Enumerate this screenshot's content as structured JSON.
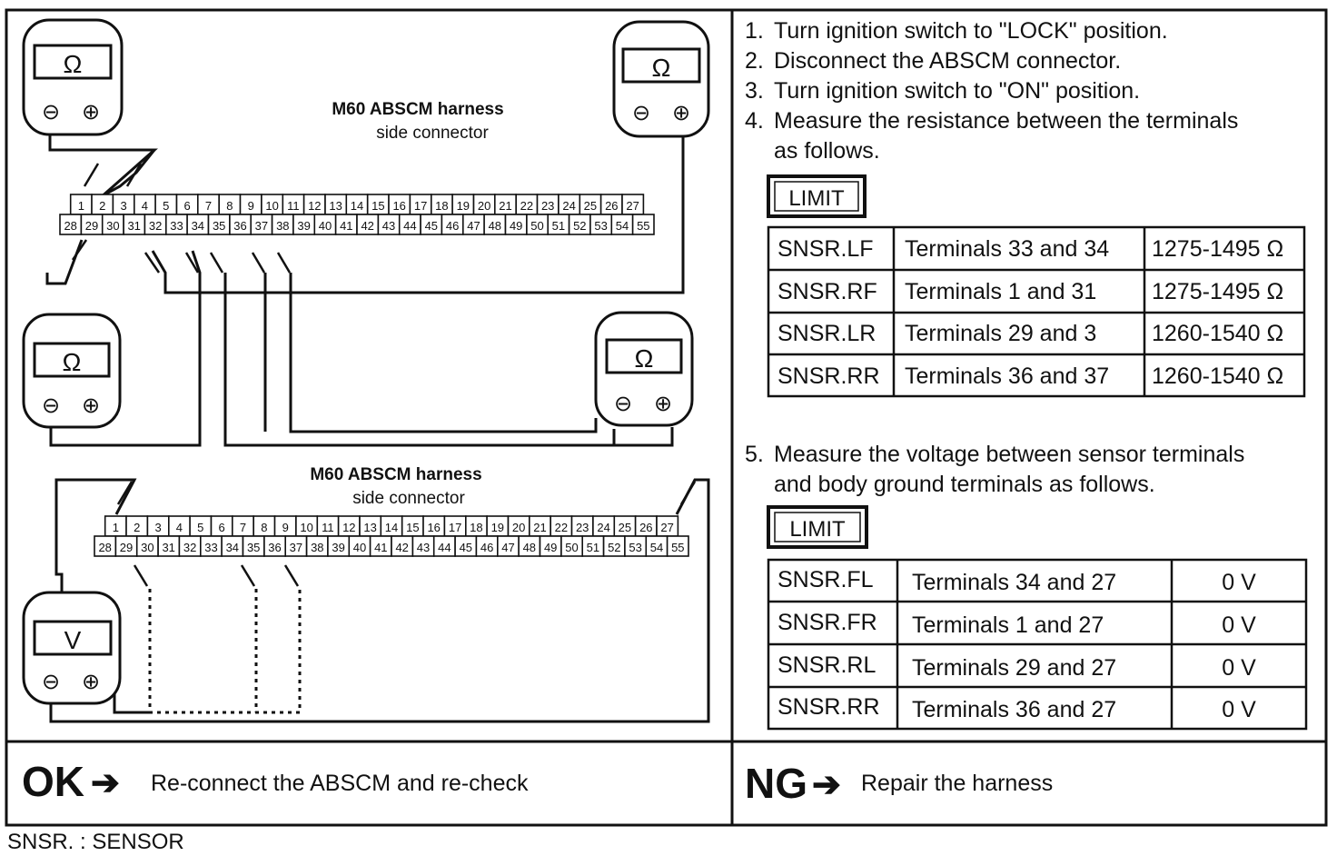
{
  "connector_label_line1": "M60 ABSCM harness",
  "connector_label_line2": "side connector",
  "meter_symbols": {
    "ohm": "Ω",
    "volt": "V",
    "minus": "⊖",
    "plus": "⊕"
  },
  "steps": [
    {
      "num": "1.",
      "lines": [
        "Turn ignition switch to \"LOCK\" position."
      ]
    },
    {
      "num": "2.",
      "lines": [
        "Disconnect the ABSCM connector."
      ]
    },
    {
      "num": "3.",
      "lines": [
        "Turn ignition switch to \"ON\" position."
      ]
    },
    {
      "num": "4.",
      "lines": [
        "Measure the resistance between the terminals",
        "as follows."
      ]
    },
    {
      "num": "5.",
      "lines": [
        "Measure the voltage between sensor terminals",
        "and body ground terminals as follows."
      ]
    }
  ],
  "limit_label": "LIMIT",
  "resistance_table": [
    [
      "SNSR.LF",
      "Terminals 33 and 34",
      "1275-1495 Ω"
    ],
    [
      "SNSR.RF",
      "Terminals 1 and 31",
      "1275-1495 Ω"
    ],
    [
      "SNSR.LR",
      "Terminals 29 and 3",
      "1260-1540 Ω"
    ],
    [
      "SNSR.RR",
      "Terminals 36 and 37",
      "1260-1540 Ω"
    ]
  ],
  "voltage_table": [
    [
      "SNSR.FL",
      "Terminals 34 and 27",
      "0 V"
    ],
    [
      "SNSR.FR",
      "Terminals 1 and 27",
      "0 V"
    ],
    [
      "SNSR.RL",
      "Terminals 29 and 27",
      "0 V"
    ],
    [
      "SNSR.RR",
      "Terminals 36 and 27",
      "0 V"
    ]
  ],
  "ok": {
    "label": "OK",
    "arrow": "➔",
    "text": "Re-connect the ABSCM and re-check"
  },
  "ng": {
    "label": "NG",
    "arrow": "➔",
    "text": "Repair the harness"
  },
  "footnote": "SNSR. : SENSOR"
}
